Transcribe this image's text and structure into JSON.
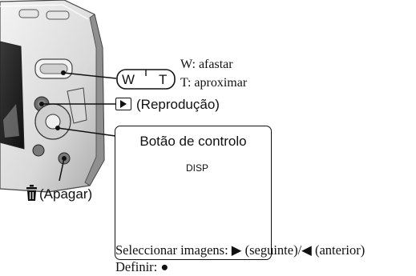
{
  "zoom_key": {
    "w_key": "W",
    "t_key": "T",
    "w_label": "W: afastar",
    "t_label": "T: aproximar"
  },
  "playback": {
    "label": "(Reprodução)"
  },
  "control_box": {
    "title": "Botão de controlo",
    "disp": "DISP"
  },
  "delete": {
    "icon": "trash-icon",
    "label": "(Apagar)"
  },
  "caption": {
    "line1": "Seleccionar imagens: ▶ (seguinte)/◀ (anterior)",
    "line2": "Definir: ●"
  }
}
